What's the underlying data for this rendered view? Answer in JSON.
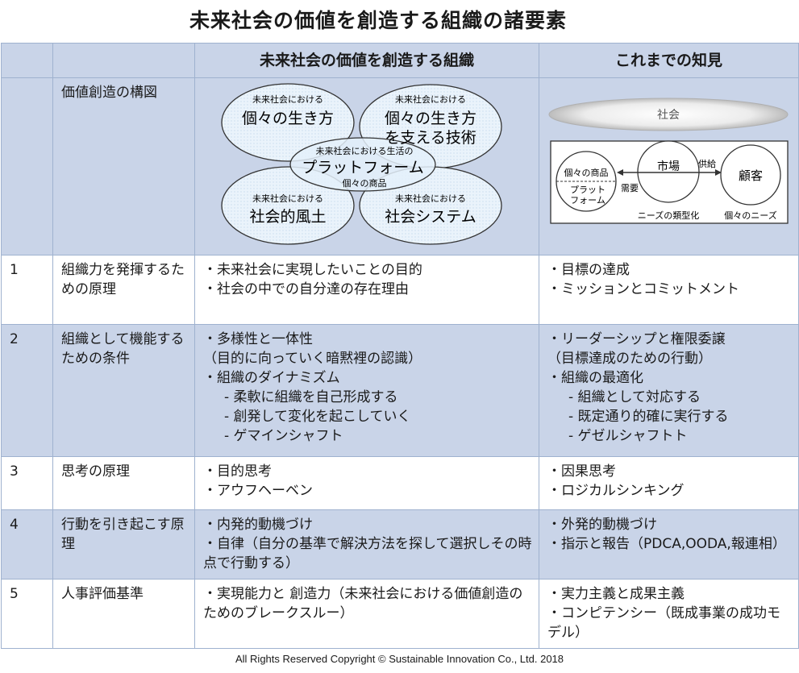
{
  "title": "未来社会の価値を創造する組織の諸要素",
  "header": {
    "col1": "",
    "col2": "",
    "col3": "未来社会の価値を創造する組織",
    "col4": "これまでの知見"
  },
  "structure_row": {
    "label": "価値創造の構図",
    "left_diagram": {
      "top_left_small": "未来社会における",
      "top_left_big": "個々の生き方",
      "top_right_small": "未来社会における",
      "top_right_big1": "個々の生き方",
      "top_right_big2": "を支える技術",
      "center_small": "未来社会における生活の",
      "center_big": "プラットフォーム",
      "center_sub": "個々の商品",
      "bottom_left_small": "未来社会における",
      "bottom_left_big": "社会的風土",
      "bottom_right_small": "未来社会における",
      "bottom_right_big": "社会システム"
    },
    "right_diagram": {
      "society": "社会",
      "left_top": "個々の商品",
      "left_bottom1": "プラット",
      "left_bottom2": "フォーム",
      "market": "市場",
      "supply": "供給",
      "demand": "需要",
      "customer": "顧客",
      "needs_type": "ニーズの類型化",
      "needs_each": "個々のニーズ"
    }
  },
  "rows": [
    {
      "num": "1",
      "label": "組織力を発揮するための原理",
      "future": [
        "・未来社会に実現したいことの目的",
        "・社会の中での自分達の存在理由"
      ],
      "past": [
        "・目標の達成",
        "・ミッションとコミットメント"
      ]
    },
    {
      "num": "2",
      "label": "組織として機能するための条件",
      "future": [
        "・多様性と一体性",
        "（目的に向っていく暗黙裡の認識）",
        "・組織のダイナミズム",
        "- 柔軟に組織を自己形成する",
        "- 創発して変化を起こしていく",
        "- ゲマインシャフト"
      ],
      "past": [
        "・リーダーシップと権限委譲",
        "（目標達成のための行動）",
        "・組織の最適化",
        "- 組織として対応する",
        "- 既定通り的確に実行する",
        "- ゲゼルシャフトト"
      ]
    },
    {
      "num": "3",
      "label": "思考の原理",
      "future": [
        "・目的思考",
        "・アウフヘーベン"
      ],
      "past": [
        "・因果思考",
        "・ロジカルシンキング"
      ]
    },
    {
      "num": "4",
      "label": "行動を引き起こす原理",
      "future": [
        "・内発的動機づけ",
        "・自律（自分の基準で解決方法を探して選択しその時点で行動する）"
      ],
      "past": [
        "・外発的動機づけ",
        "・指示と報告（PDCA,OODA,報連相）"
      ]
    },
    {
      "num": "5",
      "label": "人事評価基準",
      "future": [
        "・実現能力と 創造力（未来社会における価値創造のためのブレークスルー）"
      ],
      "past": [
        "・実力主義と成果主義",
        "・コンピテンシー（既成事業の成功モデル）"
      ]
    }
  ],
  "footer": "All Rights Reserved Copyright  © Sustainable Innovation  Co., Ltd.  2018"
}
